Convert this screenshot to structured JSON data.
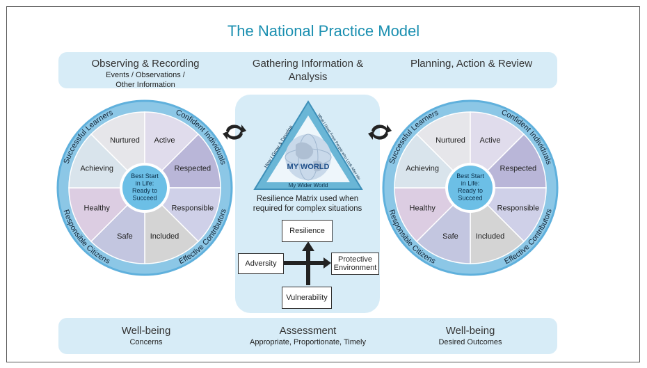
{
  "title": "The National Practice Model",
  "top_band": {
    "observing": {
      "title": "Observing & Recording",
      "sub1": "Events / Observations /",
      "sub2": "Other Information"
    },
    "gathering": {
      "title1": "Gathering Information &",
      "title2": "Analysis"
    },
    "planning": {
      "title": "Planning, Action & Review"
    }
  },
  "bottom_band": {
    "wellbeing_left": {
      "title": "Well-being",
      "sub": "Concerns"
    },
    "assessment": {
      "title": "Assessment",
      "sub": "Appropriate, Proportionate, Timely"
    },
    "wellbeing_right": {
      "title": "Well-being",
      "sub": "Desired Outcomes"
    }
  },
  "wheel": {
    "segments": [
      "Nurtured",
      "Active",
      "Respected",
      "Responsible",
      "Included",
      "Safe",
      "Healthy",
      "Achieving"
    ],
    "segment_colors": [
      "#e6e6ea",
      "#e0dcec",
      "#b9b6d8",
      "#cfd0e8",
      "#d4d4d4",
      "#c3c6e0",
      "#dccde2",
      "#d9e4ec"
    ],
    "centre": [
      "Best Start",
      "in Life:",
      "Ready to",
      "Succeed"
    ],
    "ring_labels": {
      "top_left": "Successful Learners",
      "top_right": "Confident Individuals",
      "bottom_left": "Responsible Citizens",
      "bottom_right": "Effective Contributors"
    }
  },
  "my_world": {
    "side_left": "How I Grow & Develop",
    "side_right": "What I Need From People who Look After Me",
    "bottom": "My Wider World",
    "centre": "MY WORLD",
    "caption1": "Resilience Matrix used when",
    "caption2": "required for complex situations"
  },
  "matrix": {
    "top": "Resilience",
    "left": "Adversity",
    "right1": "Protective",
    "right2": "Environment",
    "bottom": "Vulnerability"
  },
  "colors": {
    "title": "#1a8fb0",
    "band": "#d7ecf7",
    "ring": "#8cc7e6",
    "ring_outer": "#5fb0dc",
    "centre": "#6cbfe6",
    "triangle": "#6ab6d6"
  },
  "icons": [
    "cycle-arrows-icon",
    "globe-icon"
  ]
}
